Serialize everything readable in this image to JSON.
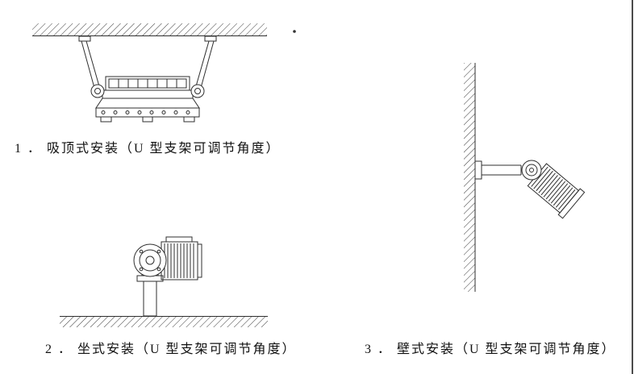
{
  "page": {
    "background_color": "#ffffff",
    "line_color": "#2f2f2f",
    "hatch_color": "#3a3a3a"
  },
  "figures": [
    {
      "id": "ceiling-mount",
      "caption": "1 ． 吸顶式安装（U 型支架可调节角度）"
    },
    {
      "id": "seat-mount",
      "caption": "2 ． 坐式安装（U 型支架可调节角度）"
    },
    {
      "id": "wall-mount",
      "caption": "3 ． 壁式安装（U 型支架可调节角度）"
    }
  ]
}
